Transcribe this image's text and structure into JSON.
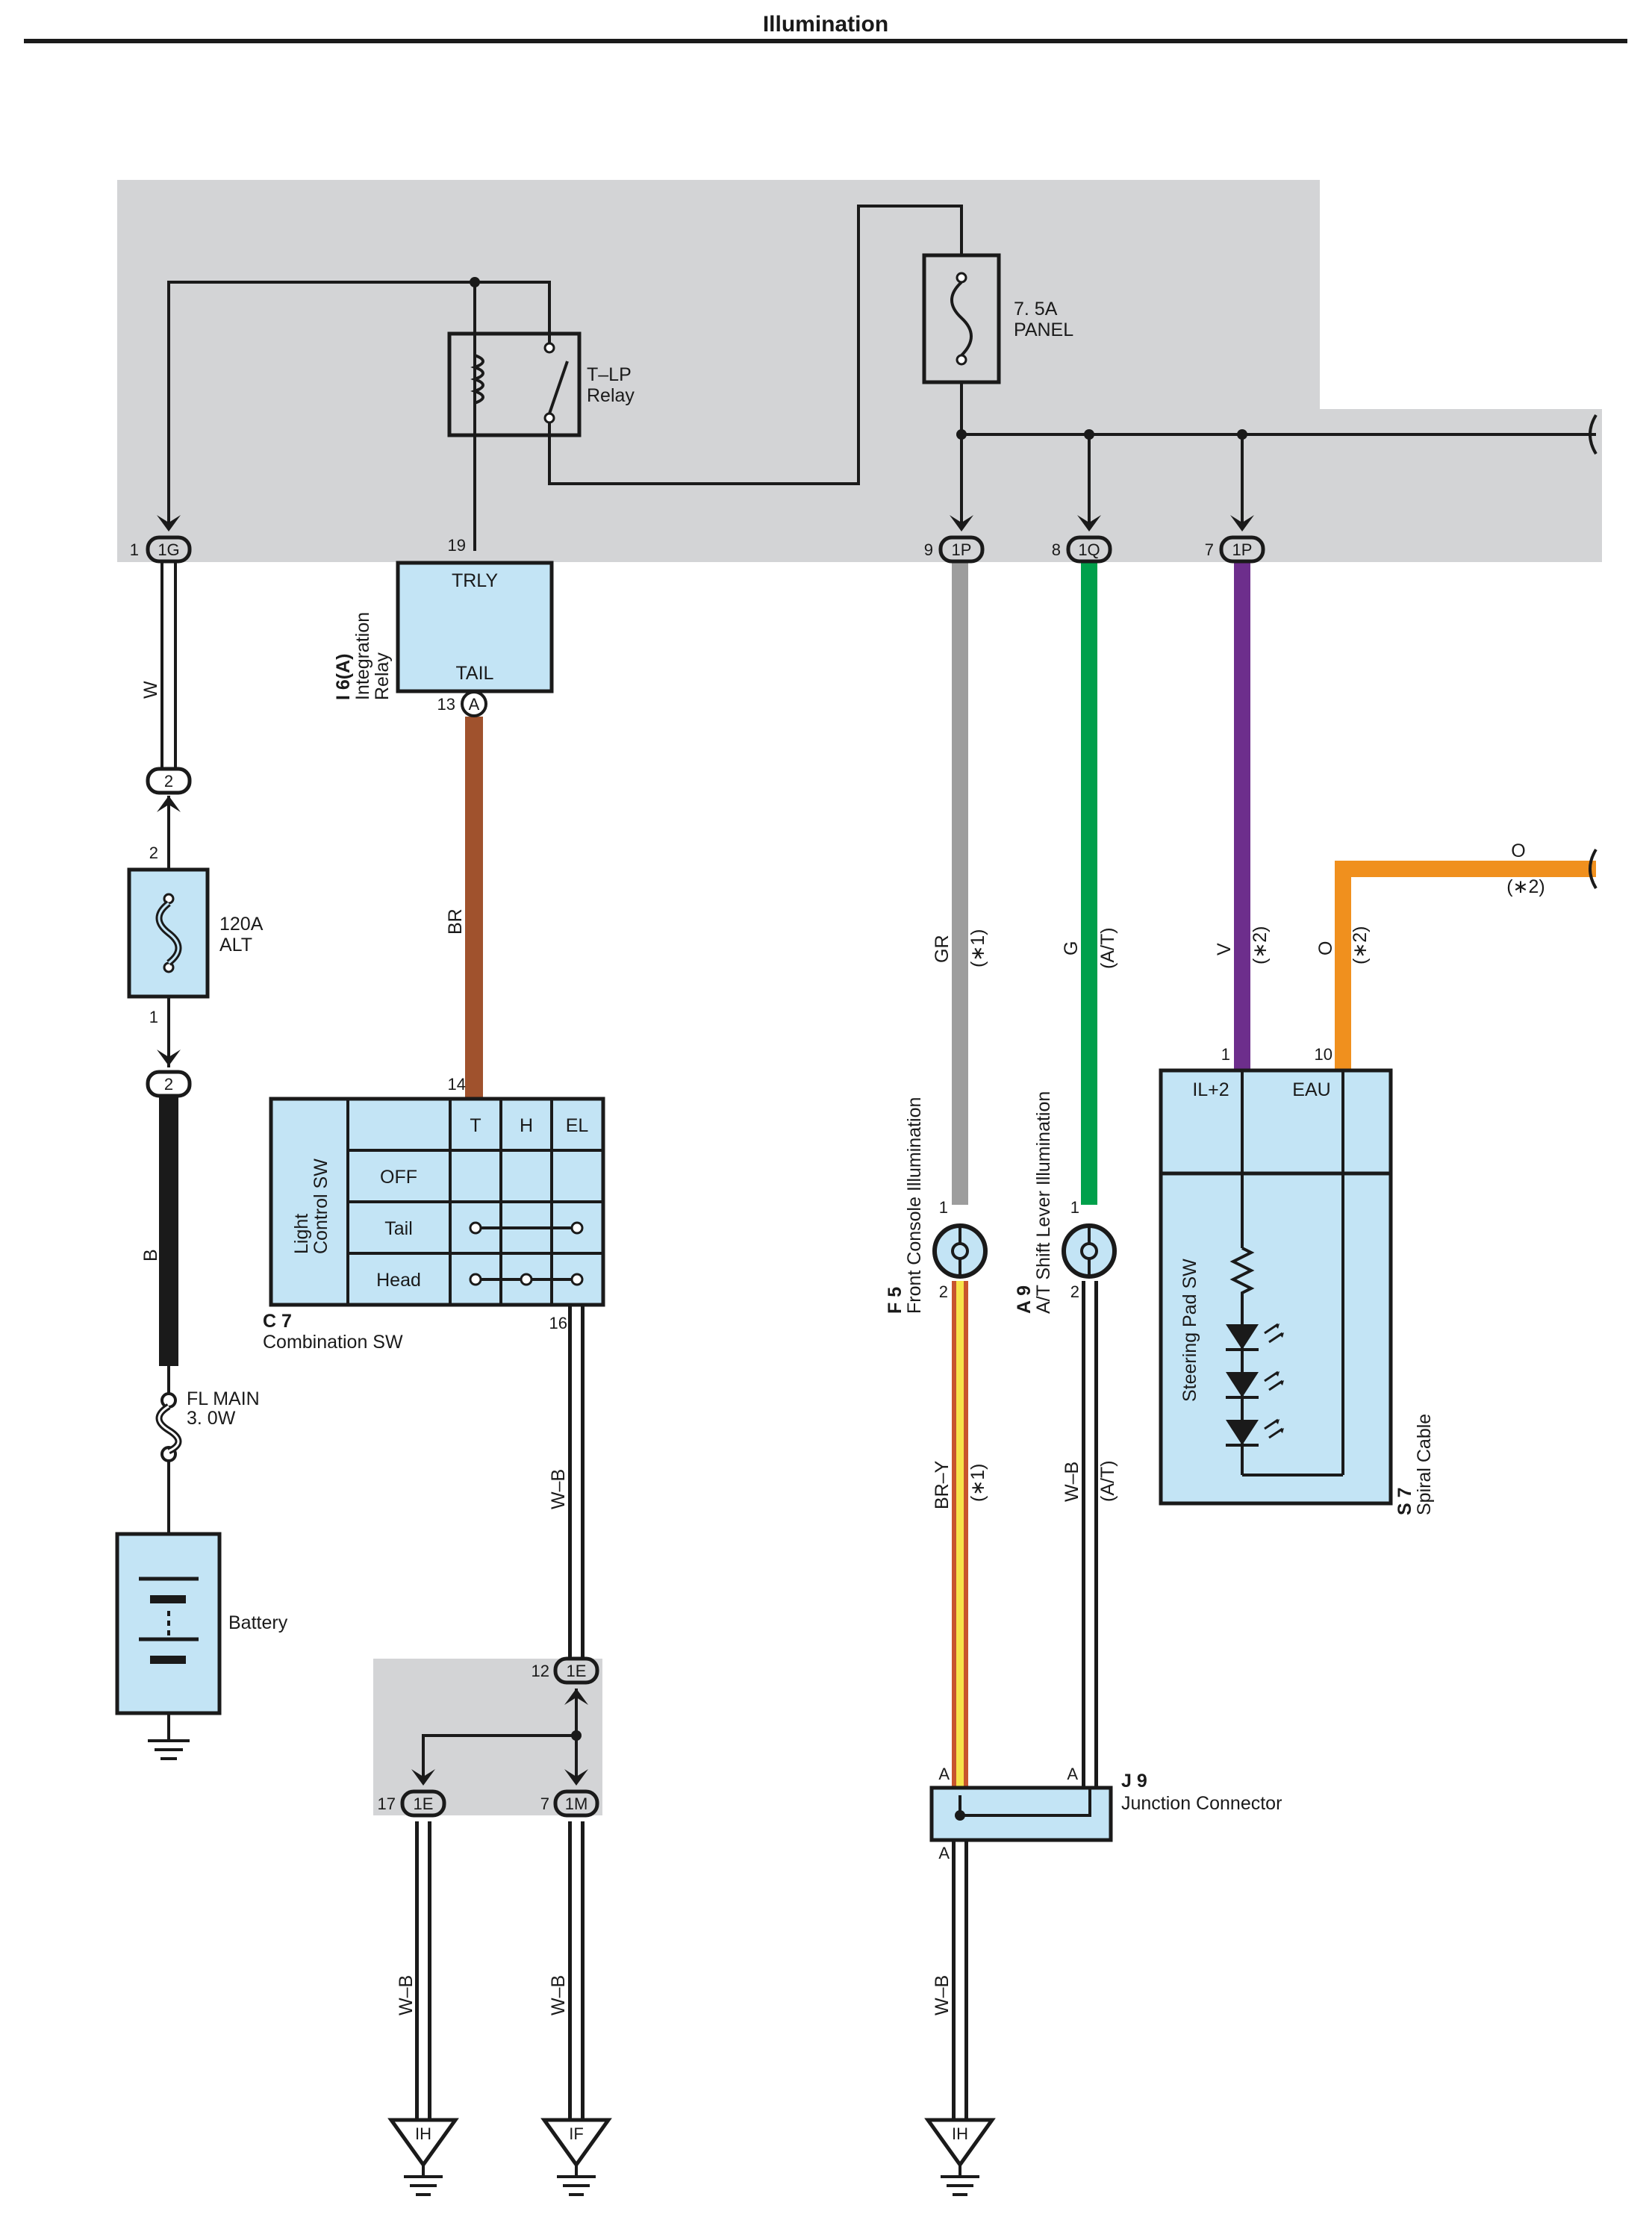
{
  "title": "Illumination",
  "colors": {
    "relay_block": "#d3d4d6",
    "component_fill": "#c3e4f5",
    "wire_white": "#ffffff",
    "wire_black": "#1a1a1a",
    "wire_brown": "#a0522d",
    "wire_gray": "#9d9d9d",
    "wire_green": "#00a04b",
    "wire_violet": "#6d2e8c",
    "wire_orange": "#f0901e",
    "wire_br_y_red": "#c8552d",
    "wire_br_y_yellow": "#f7e34b"
  },
  "fuse_panel": {
    "rating": "7. 5A",
    "name": "PANEL"
  },
  "tlp_relay": {
    "line1": "T–LP",
    "line2": "Relay"
  },
  "connectors": {
    "c_1g": {
      "label": "1G",
      "pin": "1"
    },
    "c_19": {
      "pin": "19"
    },
    "c_1p_a": {
      "label": "1P",
      "pin": "9"
    },
    "c_1q": {
      "label": "1Q",
      "pin": "8"
    },
    "c_1p_b": {
      "label": "1P",
      "pin": "7"
    },
    "c_2_top": {
      "label": "2"
    },
    "c_2_bottom": {
      "label": "2"
    },
    "c_13a": {
      "label": "A",
      "pin": "13"
    },
    "c_1e_top": {
      "label": "1E",
      "pin": "12"
    },
    "c_1e_bottom": {
      "label": "1E",
      "pin": "17"
    },
    "c_1m": {
      "label": "1M",
      "pin": "7"
    }
  },
  "integration_relay": {
    "code": "I 6(A)",
    "name_line1": "Integration",
    "name_line2": "Relay",
    "term_top": "TRLY",
    "term_bottom": "TAIL"
  },
  "alt_fuse": {
    "rating": "120A",
    "name": "ALT",
    "pin_top": "2",
    "pin_bottom": "1"
  },
  "fl_main": {
    "line1": "FL MAIN",
    "line2": "3. 0W"
  },
  "battery": {
    "label": "Battery"
  },
  "combination_sw": {
    "code": "C 7",
    "name": "Combination SW",
    "side_line1": "Light",
    "side_line2": "Control SW",
    "columns": [
      "T",
      "H",
      "EL"
    ],
    "rows": [
      "OFF",
      "Tail",
      "Head"
    ],
    "pin_top": "14",
    "pin_bottom": "16"
  },
  "front_console": {
    "code": "F 5",
    "name": "Front Console Illumination",
    "pin_top": "1",
    "pin_bottom": "2"
  },
  "at_shift": {
    "code": "A 9",
    "name": "A/T Shift Lever Illumination",
    "pin_top": "1",
    "pin_bottom": "2"
  },
  "steering_pad": {
    "term_left": "IL+2",
    "term_right": "EAU",
    "pin_left": "1",
    "pin_right": "10",
    "inner_label": "Steering Pad SW",
    "cable_code": "S 7",
    "cable_name": "Spiral Cable"
  },
  "junction_connector": {
    "code": "J 9",
    "name": "Junction Connector",
    "pin_a1": "A",
    "pin_a2": "A",
    "pin_a3": "A"
  },
  "wire_labels": {
    "w": "W",
    "b": "B",
    "br": "BR",
    "gr": "GR",
    "gr_note": "(∗1)",
    "g": "G",
    "g_note": "(A/T)",
    "v": "V",
    "v_note": "(∗2)",
    "o": "O",
    "o_note": "(∗2)",
    "o_top": "O",
    "o_top_note": "(∗2)",
    "wb_comb": "W–B",
    "br_y": "BR–Y",
    "br_y_note": "(∗1)",
    "wb_at": "W–B",
    "wb_at_note": "(A/T)",
    "wb_1e": "W–B",
    "wb_1m": "W–B",
    "wb_j9": "W–B"
  },
  "grounds": {
    "g1": "IH",
    "g2": "IF",
    "g3": "IH"
  }
}
